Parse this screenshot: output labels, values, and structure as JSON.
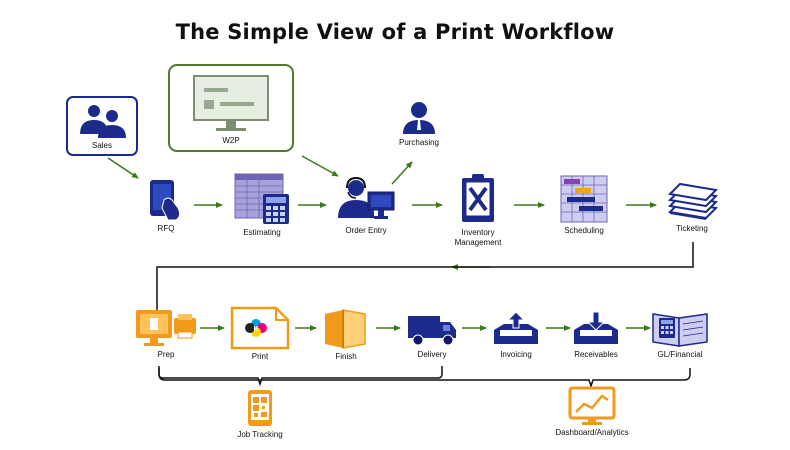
{
  "title": "The Simple View of a Print Workflow",
  "nodes": {
    "sales": "Sales",
    "w2p": "W2P",
    "purchasing": "Purchasing",
    "rfq": "RFQ",
    "estimating": "Estimating",
    "order_entry": "Order Entry",
    "inventory_line1": "Inventory",
    "inventory_line2": "Management",
    "scheduling": "Scheduling",
    "ticketing": "Ticketing",
    "prep": "Prep",
    "print": "Print",
    "finish": "Finish",
    "delivery": "Delivery",
    "invoicing": "Invoicing",
    "receivables": "Receivables",
    "gl_financial": "GL/Financial",
    "job_tracking": "Job Tracking",
    "dashboard": "Dashboard/Analytics"
  },
  "colors": {
    "navy": "#1c2a8c",
    "arrow": "#3d7a1a",
    "w2p_border": "#4f7a2b",
    "orange": "#f29a1a",
    "lavender": "#9b95d8"
  }
}
